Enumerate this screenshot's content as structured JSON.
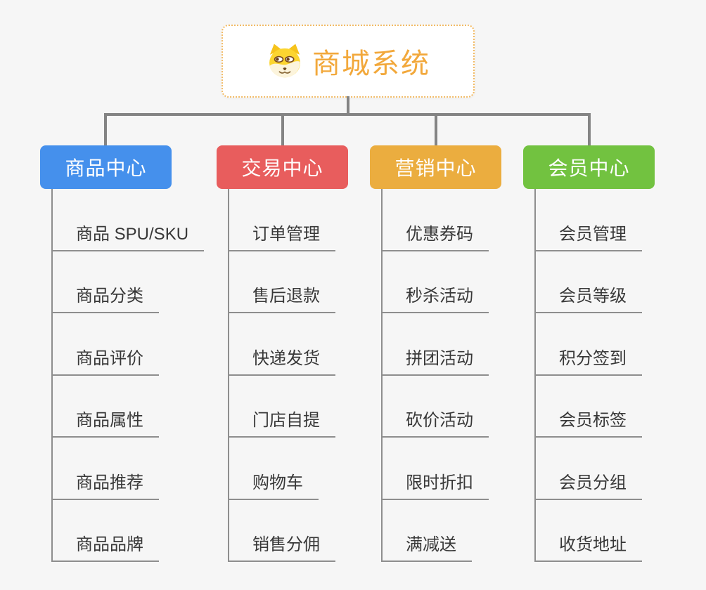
{
  "root": {
    "title": "商城系统",
    "icon": "dog-icon"
  },
  "branches": [
    {
      "label": "商品中心",
      "color": "#4590ec",
      "children": [
        "商品 SPU/SKU",
        "商品分类",
        "商品评价",
        "商品属性",
        "商品推荐",
        "商品品牌"
      ]
    },
    {
      "label": "交易中心",
      "color": "#e85d5d",
      "children": [
        "订单管理",
        "售后退款",
        "快递发货",
        "门店自提",
        "购物车",
        "销售分佣"
      ]
    },
    {
      "label": "营销中心",
      "color": "#ebad3f",
      "children": [
        "优惠券码",
        "秒杀活动",
        "拼团活动",
        "砍价活动",
        "限时折扣",
        "满减送"
      ]
    },
    {
      "label": "会员中心",
      "color": "#72c240",
      "children": [
        "会员管理",
        "会员等级",
        "积分签到",
        "会员标签",
        "会员分组",
        "收货地址"
      ]
    }
  ],
  "theme": {
    "root_accent": "#f2a83b",
    "root_border": "#f2bb66",
    "connector_color": "#848484",
    "leaf_line_color": "#8e8e8e",
    "leaf_text_color": "#383838",
    "canvas_background": "#f6f6f6"
  }
}
